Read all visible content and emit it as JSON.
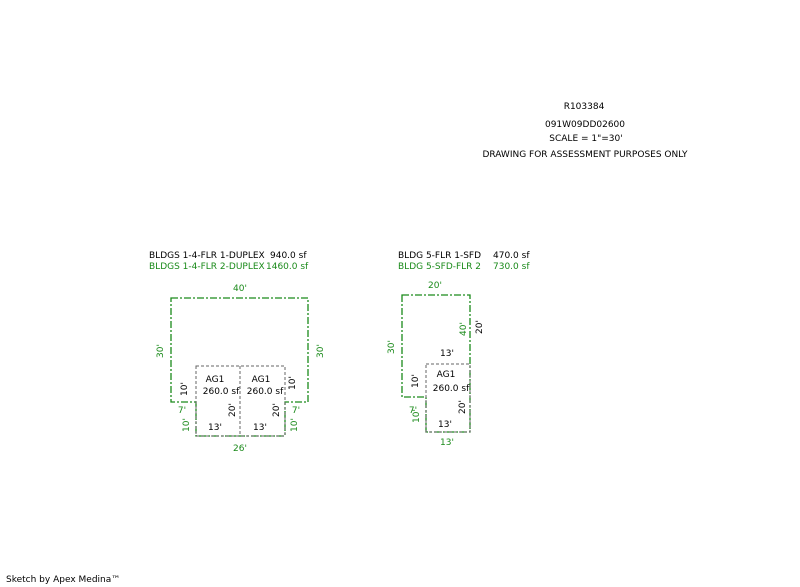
{
  "header": {
    "parcel_id": "R103384",
    "map_id": "091W09DD02600",
    "scale": "SCALE = 1\"=30'",
    "disclaimer": "DRAWING FOR ASSESSMENT PURPOSES ONLY"
  },
  "colors": {
    "outline_green": "#1a8a1a",
    "outline_gray": "#666666",
    "text": "#000000"
  },
  "left_building": {
    "legend": [
      {
        "label": "BLDGS 1-4-FLR 1-DUPLEX",
        "area": "940.0 sf"
      },
      {
        "label": "BLDGS 1-4-FLR 2-DUPLEX",
        "area": "1460.0 sf"
      }
    ],
    "dims": {
      "top": "40'",
      "left": "30'",
      "right": "30'",
      "left_notch_v": "10'",
      "right_notch_v": "10'",
      "left_step_h": "7'",
      "right_step_h": "7'",
      "left_low_v": "10'",
      "right_low_v": "10'",
      "bottom": "26'"
    },
    "garages": [
      {
        "code": "AG1",
        "area": "260.0 sf",
        "width": "13'",
        "depth": "20'"
      },
      {
        "code": "AG1",
        "area": "260.0 sf",
        "width": "13'",
        "depth": "20'"
      }
    ]
  },
  "right_building": {
    "legend": [
      {
        "label": "BLDG 5-FLR 1-SFD",
        "area": "470.0 sf"
      },
      {
        "label": "BLDG 5-SFD-FLR 2",
        "area": "730.0 sf"
      }
    ],
    "dims": {
      "top": "20'",
      "left": "30'",
      "right_outer": "40'",
      "right_inner": "20'",
      "inner_top": "13'",
      "notch_v": "10'",
      "step_h": "7'",
      "low_v": "10'",
      "bottom": "13'"
    },
    "garage": {
      "code": "AG1",
      "area": "260.0 sf",
      "width": "13'",
      "depth": "20'"
    }
  },
  "footer": {
    "credit": "Sketch by Apex Medina™"
  }
}
